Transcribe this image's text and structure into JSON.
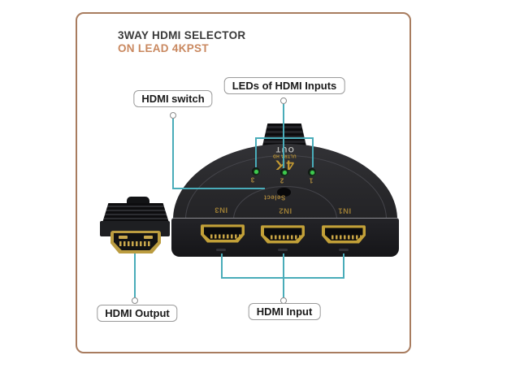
{
  "frame": {
    "border_color": "#a87c5f"
  },
  "header": {
    "title": "3WAY HDMI SELECTOR",
    "subtitle": "ON LEAD 4KPST",
    "title_color": "#3a3a3a",
    "subtitle_color": "#c9885f"
  },
  "callouts": {
    "line_color": "#49acb9",
    "hdmi_switch": {
      "label": "HDMI switch"
    },
    "leds": {
      "label": "LEDs of HDMI Inputs"
    },
    "hdmi_output": {
      "label": "HDMI Output"
    },
    "hdmi_input": {
      "label": "HDMI Input"
    }
  },
  "device": {
    "out_label": "OUT",
    "logo": {
      "main": "4K",
      "sub": "ULTRA HD"
    },
    "select_label": "Select",
    "led_labels": [
      "3",
      "2",
      "1"
    ],
    "port_labels": [
      "IN3",
      "IN2",
      "IN1"
    ],
    "colors": {
      "body": "#2b2b2e",
      "gold_text": "#a8853c",
      "port_gold": "#c2a038",
      "led_green": "#3ecb4e"
    }
  }
}
